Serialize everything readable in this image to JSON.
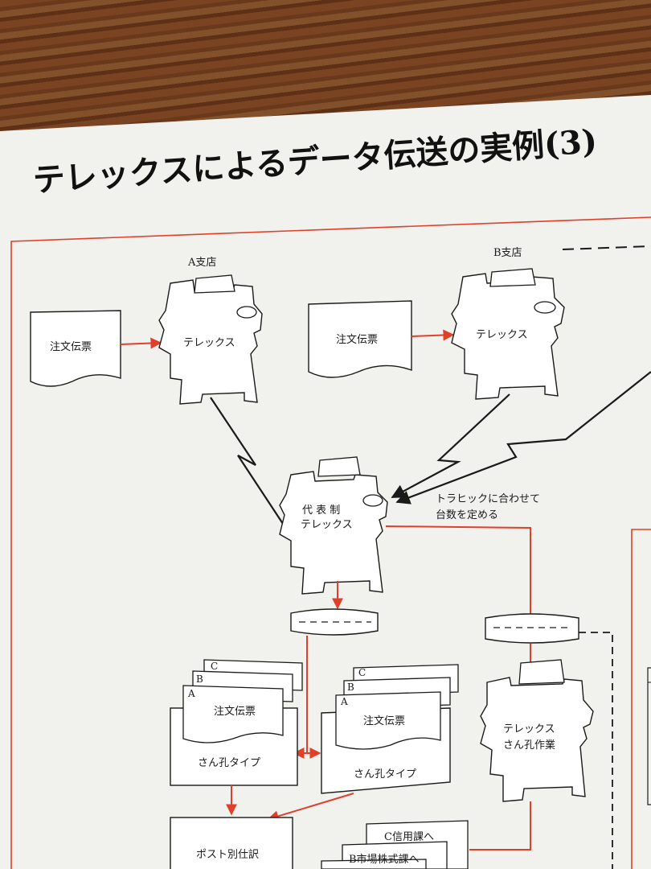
{
  "title": "テレックスによるデータ伝送の実例(3)",
  "branches": {
    "a": {
      "name": "A支店",
      "doc": "注文伝票",
      "machine": "テレックス"
    },
    "b": {
      "name": "B支店",
      "doc": "注文伝票",
      "machine": "テレックス"
    }
  },
  "central": {
    "line1": "代 表 制",
    "line2": "テレックス"
  },
  "traffic_note": {
    "line1": "トラヒックに合わせて",
    "line2": "台数を定める"
  },
  "punch_left": {
    "copies": [
      "C",
      "B",
      "A"
    ],
    "doc": "注文伝票",
    "label": "さん孔タイプ"
  },
  "punch_mid": {
    "copies": [
      "C",
      "B",
      "A"
    ],
    "doc": "注文伝票",
    "label": "さん孔タイプ"
  },
  "telex_punch": {
    "line1": "テレックス",
    "line2": "さん孔作業"
  },
  "post_sort": "ポスト別仕訳",
  "routes": [
    "C信用課へ",
    "B市場株式課へ"
  ],
  "colors": {
    "accent": "#e0402a",
    "ink": "#1a1a1a",
    "paper": "#f1f1ee"
  }
}
